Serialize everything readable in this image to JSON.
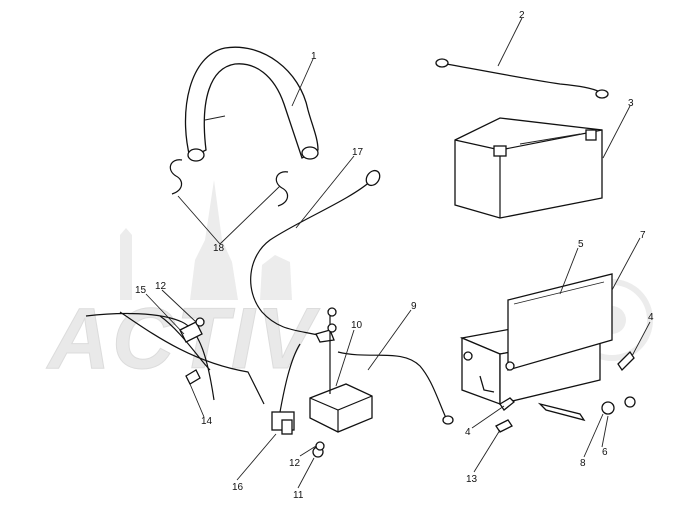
{
  "watermark": {
    "text": "ACTIV"
  },
  "callouts": [
    {
      "id": "c1",
      "label": "1"
    },
    {
      "id": "c2",
      "label": "2"
    },
    {
      "id": "c3",
      "label": "3"
    },
    {
      "id": "c4a",
      "label": "4"
    },
    {
      "id": "c4b",
      "label": "4"
    },
    {
      "id": "c5",
      "label": "5"
    },
    {
      "id": "c6",
      "label": "6"
    },
    {
      "id": "c7",
      "label": "7"
    },
    {
      "id": "c8",
      "label": "8"
    },
    {
      "id": "c9",
      "label": "9"
    },
    {
      "id": "c10",
      "label": "10"
    },
    {
      "id": "c11",
      "label": "11"
    },
    {
      "id": "c12a",
      "label": "12"
    },
    {
      "id": "c12b",
      "label": "12"
    },
    {
      "id": "c13",
      "label": "13"
    },
    {
      "id": "c14",
      "label": "14"
    },
    {
      "id": "c15",
      "label": "15"
    },
    {
      "id": "c16",
      "label": "16"
    },
    {
      "id": "c17",
      "label": "17"
    },
    {
      "id": "c18",
      "label": "18"
    }
  ],
  "colors": {
    "line": "#111111",
    "watermark": "#e9e9e9",
    "background": "#ffffff"
  }
}
